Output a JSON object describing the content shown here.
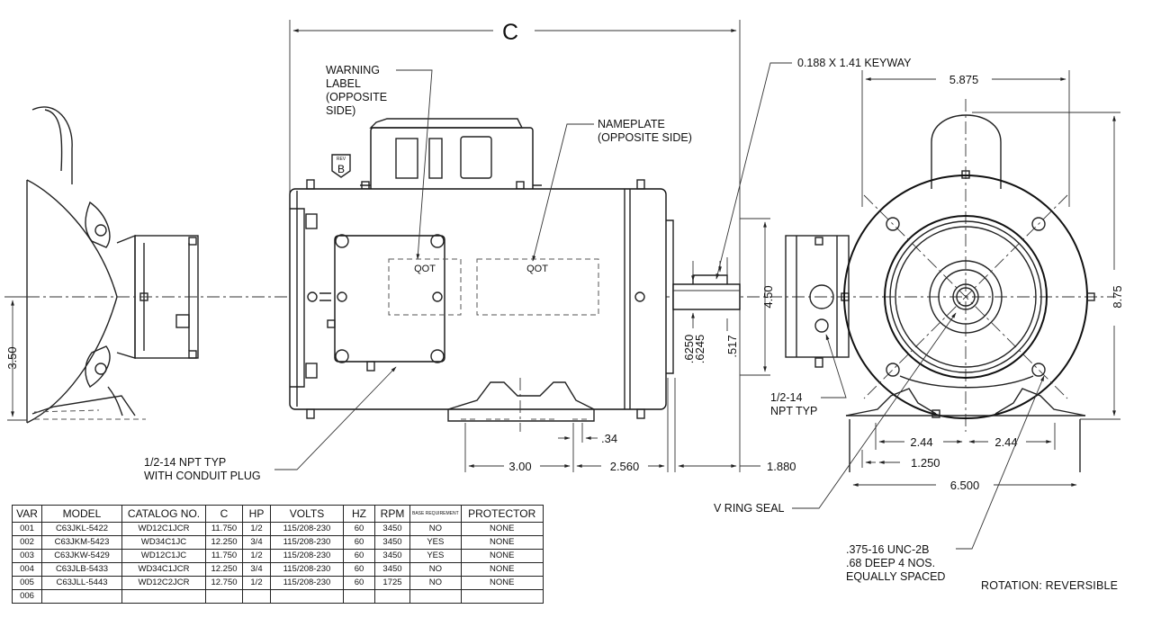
{
  "labels": {
    "dim_c": "C",
    "keyway": "0.188 X 1.41 KEYWAY",
    "warning_label": [
      "WARNING",
      "LABEL",
      "(OPPOSITE",
      "SIDE)"
    ],
    "nameplate": [
      "NAMEPLATE",
      "(OPPOSITE SIDE)"
    ],
    "rev_top": "REV",
    "rev_letter": "B",
    "conduit": [
      "1/2-14 NPT TYP",
      "WITH CONDUIT PLUG"
    ],
    "npt_right": [
      "1/2-14",
      "NPT TYP"
    ],
    "v_ring_seal": "V RING SEAL",
    "bolt_pattern": [
      ".375-16 UNC-2B",
      ".68 DEEP 4 NOS.",
      "EQUALLY SPACED"
    ],
    "plate_text": "QOT"
  },
  "dimensions": {
    "d_350": "3.50",
    "d_450": "4.50",
    "d_6250": ".6250",
    "d_6245": ".6245",
    "d_517": ".517",
    "d_034": ".34",
    "d_300": "3.00",
    "d_2560": "2.560",
    "d_1880": "1.880",
    "d_5875": "5.875",
    "d_875": "8.75",
    "d_244a": "2.44",
    "d_244b": "2.44",
    "d_1250": "1.250",
    "d_6500": "6.500"
  },
  "table": {
    "headers": [
      "VAR",
      "MODEL",
      "CATALOG NO.",
      "C",
      "HP",
      "VOLTS",
      "HZ",
      "RPM",
      "BASE REQUIREMENT",
      "PROTECTOR"
    ],
    "rows": [
      [
        "001",
        "C63JKL-5422",
        "WD12C1JCR",
        "11.750",
        "1/2",
        "115/208-230",
        "60",
        "3450",
        "NO",
        "NONE"
      ],
      [
        "002",
        "C63JKM-5423",
        "WD34C1JC",
        "12.250",
        "3/4",
        "115/208-230",
        "60",
        "3450",
        "YES",
        "NONE"
      ],
      [
        "003",
        "C63JKW-5429",
        "WD12C1JC",
        "11.750",
        "1/2",
        "115/208-230",
        "60",
        "3450",
        "YES",
        "NONE"
      ],
      [
        "004",
        "C63JLB-5433",
        "WD34C1JCR",
        "12.250",
        "3/4",
        "115/208-230",
        "60",
        "3450",
        "NO",
        "NONE"
      ],
      [
        "005",
        "C63JLL-5443",
        "WD12C2JCR",
        "12.750",
        "1/2",
        "115/208-230",
        "60",
        "1725",
        "NO",
        "NONE"
      ],
      [
        "006",
        "",
        "",
        "",
        "",
        "",
        "",
        "",
        "",
        ""
      ]
    ]
  },
  "rotation": "ROTATION:  REVERSIBLE"
}
